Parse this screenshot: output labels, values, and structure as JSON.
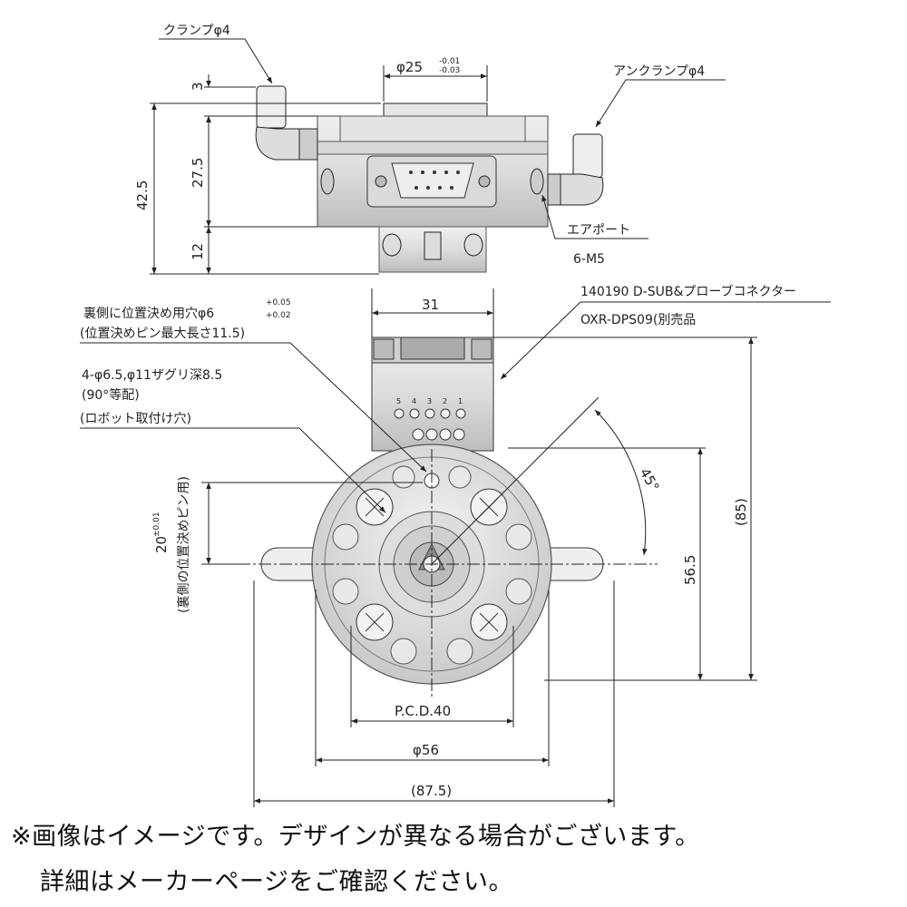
{
  "top_view": {
    "clamp_label": "クランプφ4",
    "unclamp_label": "アンクランプφ4",
    "phi25_label": "φ25",
    "phi25_tol_upper": "-0.01",
    "phi25_tol_lower": "-0.03",
    "dim_3": "3",
    "dim_27_5": "27.5",
    "dim_42_5": "42.5",
    "dim_12": "12",
    "air_port_label": "エアポート",
    "air_port_spec": "6-M5"
  },
  "front_view": {
    "connector_label": "140190 D-SUB&プローブコネクター",
    "connector_model": "OXR-DPS09(別売品",
    "dim_31": "31",
    "locating_hole_label": "裏側に位置決め用穴φ6",
    "locating_hole_tol_upper": "+0.05",
    "locating_hole_tol_lower": "+0.02",
    "locating_pin_note": "(位置決めピン最大長さ11.5)",
    "counterbore_label": "4-φ6.5,φ11ザグリ深8.5",
    "counterbore_spacing": "(90°等配)",
    "robot_mount_note": "(ロボット取付け穴)",
    "pin_hole_spacing": "20",
    "pin_hole_tol": "±0.01",
    "pin_hole_note": "(裏側の位置決めピン用)",
    "angle_label": "45°",
    "dim_85": "(85)",
    "dim_56_5": "56.5",
    "pcd_label": "P.C.D.40",
    "phi56_label": "φ56",
    "dim_87_5": "(87.5)",
    "pin_numbers": [
      "5",
      "4",
      "3",
      "2",
      "1"
    ]
  },
  "footer": {
    "line1": "※画像はイメージです。デザインが異なる場合がございます。",
    "line2": "詳細はメーカーページをご確認ください。"
  }
}
